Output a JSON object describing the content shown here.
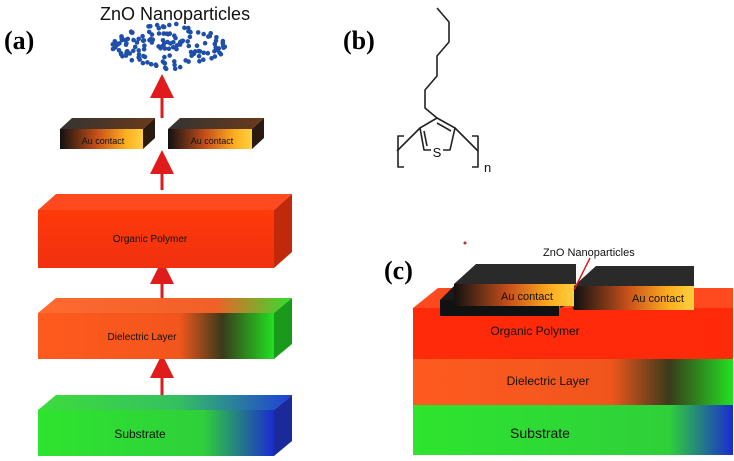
{
  "panels": {
    "a": {
      "label": "(a)",
      "top_label": "ZnO Nanoparticles",
      "contact_left": "Au contact",
      "contact_right": "Au contact",
      "polymer": "Organic Polymer",
      "dielectric": "Dielectric Layer",
      "substrate": "Substrate"
    },
    "b": {
      "label": "(b)",
      "heteroatom": "S",
      "repeat_subscript": "n"
    },
    "c": {
      "label": "(c)",
      "nanoparticles_callout": "ZnO Nanoparticles",
      "contact_left": "Au contact",
      "contact_right": "Au contact",
      "polymer": "Organic Polymer",
      "dielectric": "Dielectric Layer",
      "substrate": "Substrate"
    }
  },
  "colors": {
    "nanoparticle": "#1f4fa8",
    "arrow": "#e01b1b",
    "polymer": "#ff3a10",
    "dielectric": "#ff5a20",
    "substrate_green": "#33dd33",
    "substrate_blue": "#2255dd",
    "gold": "#f0a020"
  }
}
